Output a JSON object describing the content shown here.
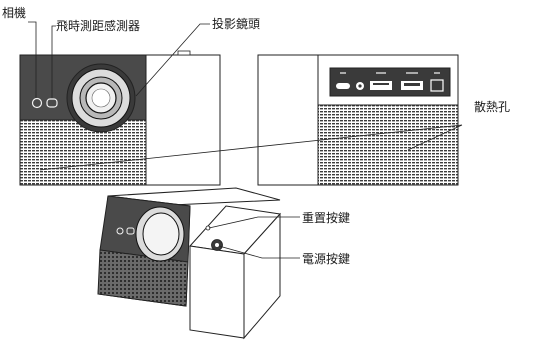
{
  "labels": {
    "camera": "相機",
    "tof_sensor": "飛時測距感測器",
    "projection_lens": "投影鏡頭",
    "heat_vents": "散熱孔",
    "reset_button": "重置按鍵",
    "power_button": "電源按鍵"
  },
  "colors": {
    "line": "#222222",
    "body": "#ffffff",
    "face_panel": "#4a4a4a",
    "vent_dark": "#3a3a3a",
    "lens_ring": "#dcdcdc"
  },
  "icons": {
    "projector_front": "projector-front-view",
    "projector_rear": "projector-rear-view",
    "projector_angled": "projector-angled-view"
  }
}
